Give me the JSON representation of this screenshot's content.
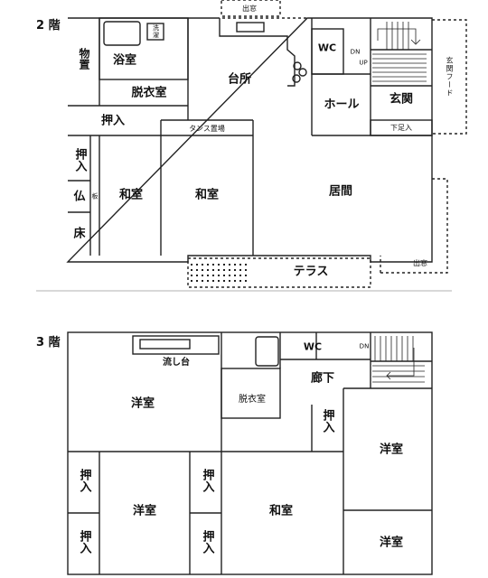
{
  "floor2": {
    "title": "2 階",
    "rooms": {
      "storage": "物置",
      "bath": "浴室",
      "washer": "洗濯",
      "dressing": "脱衣室",
      "kitchen": "台所",
      "wc": "WC",
      "hall": "ホール",
      "entrance": "玄関",
      "entrance_hood": "玄関フード",
      "shoe_closet": "下足入",
      "closet_top": "押入",
      "closet_left": "押入",
      "butsudan": "仏",
      "tokonoma": "床",
      "jyu_small": "板",
      "washitsu_left": "和室",
      "washitsu_right": "和室",
      "tansu": "タンス置場",
      "living": "居間",
      "terrace": "テラス",
      "bay_top": "出窓",
      "bay_right": "出窓",
      "dn": "DN",
      "up": "UP"
    }
  },
  "floor3": {
    "title": "3 階",
    "rooms": {
      "sink": "流し台",
      "western_tl": "洋室",
      "dressing": "脱衣室",
      "wc": "WC",
      "corridor": "廊下",
      "dn": "DN",
      "closet_mid": "押入",
      "western_r1": "洋室",
      "western_r2": "洋室",
      "closet_l1": "押入",
      "closet_l2": "押入",
      "western_bl": "洋室",
      "closet_c1": "押入",
      "closet_c2": "押入",
      "washitsu": "和室"
    }
  }
}
